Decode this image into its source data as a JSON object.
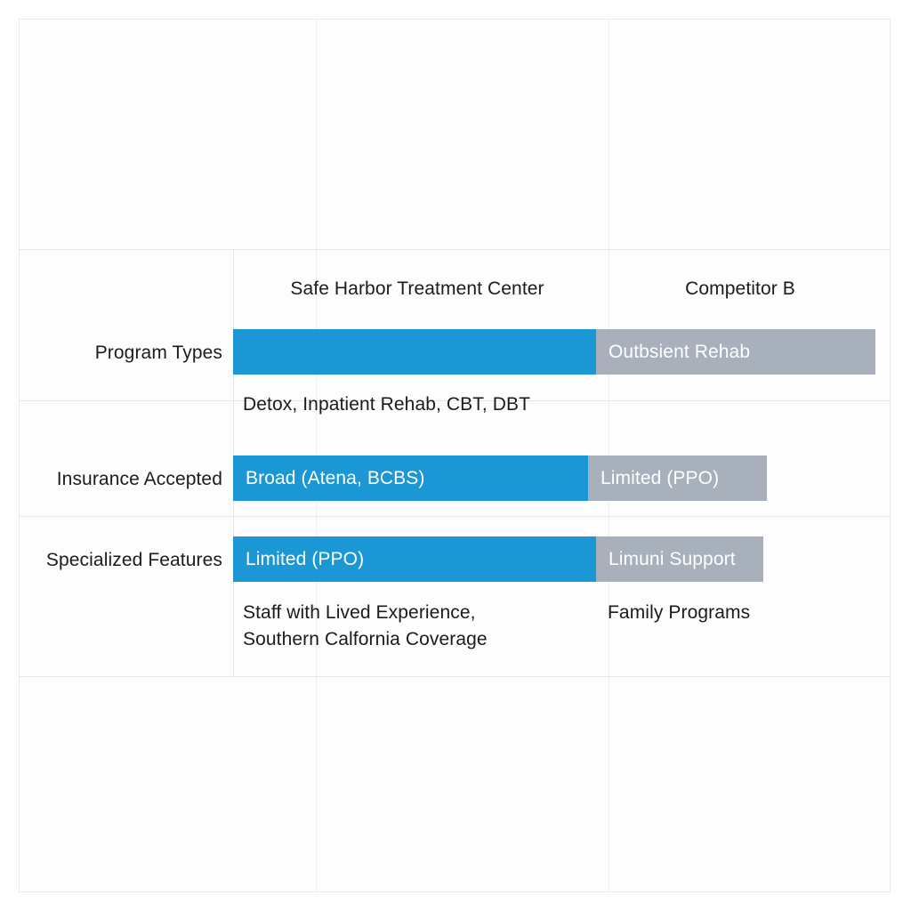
{
  "chart_data": {
    "type": "bar",
    "title": "",
    "subtitle": "",
    "xlabel": "",
    "ylabel": "",
    "orientation": "horizontal",
    "grid": true,
    "legend_position": "none",
    "categories": [
      "Program Types",
      "Insurance Accepted",
      "Specialized Features"
    ],
    "series": [
      {
        "name": "Safe Harbor Treatment Center",
        "color": "#1b97d5",
        "values": [
          100,
          98,
          100
        ],
        "labels": [
          "",
          "Broad (Atena, BCBS)",
          "Limited (PPO)"
        ],
        "details": [
          "Detox, Inpatient Rehab, CBT, DBT",
          "",
          "Staff with Lived Experience,\nSouthern Calfornia Coverage"
        ]
      },
      {
        "name": "Competitor B",
        "color": "#a8b0bc",
        "values": [
          77,
          49,
          46
        ],
        "labels": [
          "Outbsient Rehab",
          "Limited (PPO)",
          "Limuni Support"
        ],
        "details": [
          "",
          "",
          "Family Programs"
        ]
      }
    ],
    "colors": {
      "primary": "#1b97d5",
      "secondary": "#a8b0bc",
      "background": "#fdfdfe",
      "frame": "#e9eaec",
      "gridline": "#edeef0",
      "text": "#1c1c1c",
      "bar_text": "#ffffff"
    }
  },
  "table": {
    "column_headers": [
      "",
      "Safe Harbor Treatment Center",
      "Competitor B"
    ],
    "rows": [
      {
        "label": "Program Types",
        "primary_bar_label": "",
        "secondary_bar_label": "Outbsient Rehab",
        "primary_detail": "Detox, Inpatient Rehab, CBT, DBT",
        "secondary_detail": ""
      },
      {
        "label": "Insurance Accepted",
        "primary_bar_label": "Broad (Atena, BCBS)",
        "secondary_bar_label": "Limited (PPO)",
        "primary_detail": "",
        "secondary_detail": ""
      },
      {
        "label": "Specialized Features",
        "primary_bar_label": "Limited (PPO)",
        "secondary_bar_label": "Limuni Support",
        "primary_detail": "Staff with Lived Experience,\nSouthern Calfornia Coverage",
        "secondary_detail": "Family Programs"
      }
    ]
  }
}
